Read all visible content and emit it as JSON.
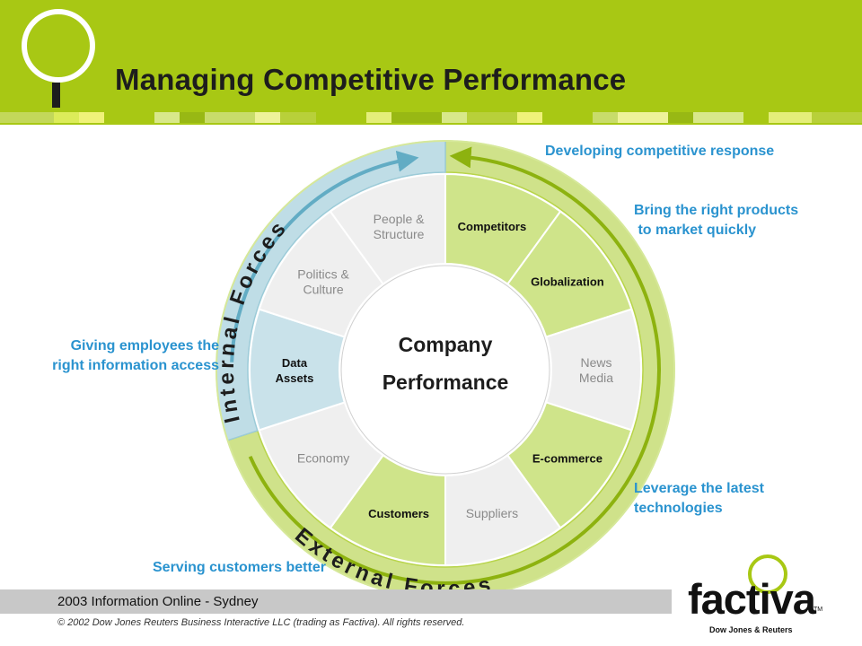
{
  "slide": {
    "title": "Managing Competitive Performance",
    "footer": "2003 Information Online - Sydney",
    "copyright": "© 2002 Dow Jones Reuters Business Interactive LLC (trading as Factiva). All rights reserved.",
    "brand": {
      "name": "factiva",
      "tm": "TM",
      "subtitle": "Dow Jones & Reuters"
    }
  },
  "colors": {
    "accent": "#a8c814",
    "text_blue": "#2a93cf",
    "internal": "#bfdde6",
    "external": "#cfe28a"
  },
  "wheel": {
    "center": [
      "Company",
      "Performance"
    ],
    "ring_labels": {
      "internal": "Internal Forces",
      "external": "External Forces"
    },
    "segments": [
      {
        "label": "Competitors",
        "kind": "highlight"
      },
      {
        "label": "Globalization",
        "kind": "highlight"
      },
      {
        "label": "News\nMedia",
        "kind": "plain"
      },
      {
        "label": "E-commerce",
        "kind": "highlight"
      },
      {
        "label": "Suppliers",
        "kind": "plain"
      },
      {
        "label": "Customers",
        "kind": "highlight"
      },
      {
        "label": "Economy",
        "kind": "plain"
      },
      {
        "label": "Data\nAssets",
        "kind": "internal"
      },
      {
        "label": "Politics &\nCulture",
        "kind": "plain"
      },
      {
        "label": "People &\nStructure",
        "kind": "plain"
      }
    ]
  },
  "notes": {
    "developing": "Developing competitive response",
    "bring": "Bring the right products\n to market quickly",
    "giving": "Giving employees the\nright information access",
    "leverage": "Leverage the latest\ntechnologies",
    "serving": "Serving customers better"
  }
}
